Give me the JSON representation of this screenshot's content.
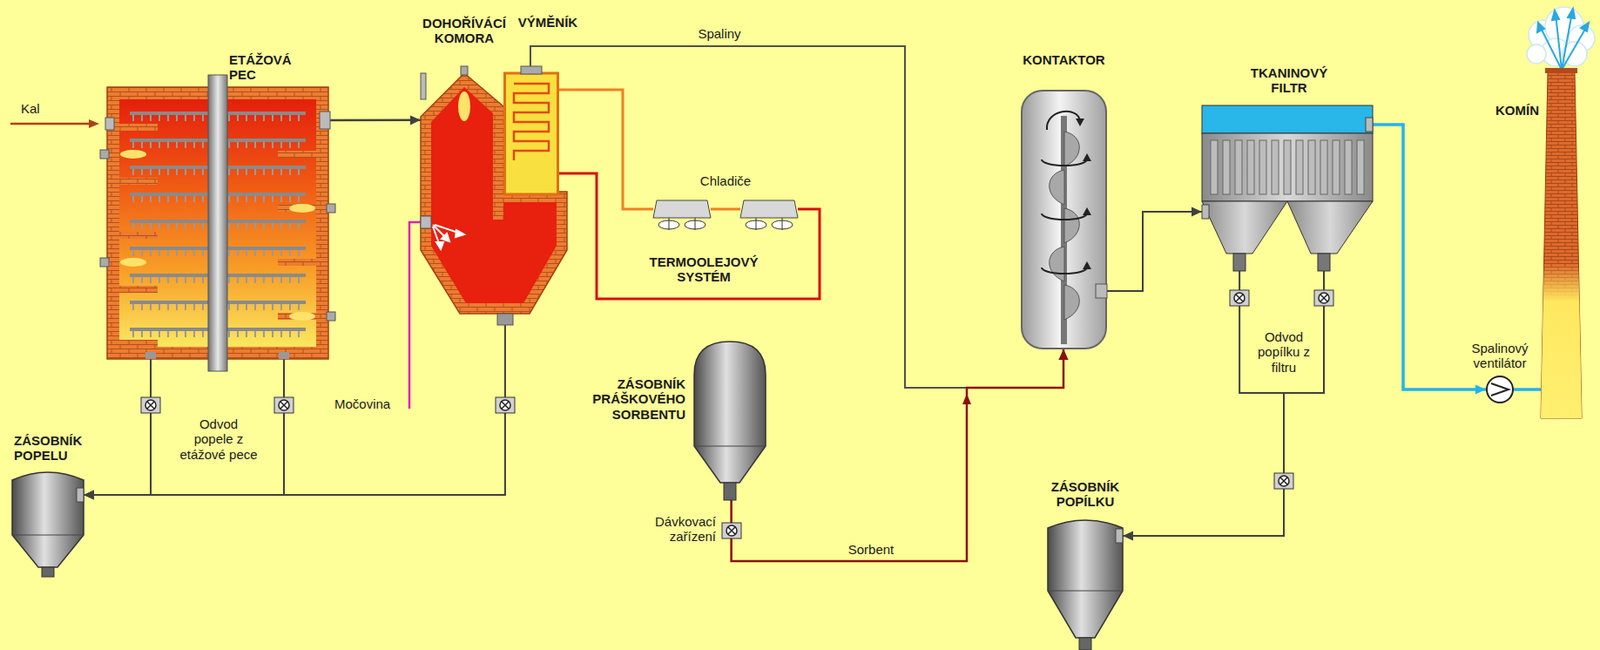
{
  "diagram": {
    "nodes": [
      {
        "text": [
          "ETÁŽOVÁ PEC"
        ]
      },
      {
        "text": [
          "DOHOŘÍVÁCÍ KOMORA"
        ]
      },
      {
        "text": [
          "VÝMĚNÍK"
        ]
      },
      {
        "text": [
          "Chladiče"
        ]
      },
      {
        "text": [
          "KONTAKTOR"
        ]
      },
      {
        "text": [
          "TKANINOVÝ FILTR"
        ]
      },
      {
        "text": [
          "Spalinový ventilátor"
        ]
      },
      {
        "text": [
          "KOMÍN"
        ]
      },
      {
        "text": [
          "ZÁSOBNÍK POPELU"
        ]
      },
      {
        "text": [
          "ZÁSOBNÍK PRÁŠKOVÉHO SORBENTU"
        ]
      },
      {
        "text": [
          "ZÁSOBNÍK POPÍLKU"
        ]
      }
    ],
    "edges": [
      {
        "from": 0,
        "to": 1,
        "arrow": "to"
      },
      {
        "from": 0,
        "to": 8,
        "arrow": "to"
      },
      {
        "from": 1,
        "to": 8,
        "arrow": "to"
      },
      {
        "from": 2,
        "to": 3,
        "arrow": "none"
      },
      {
        "from": 3,
        "to": 2,
        "arrow": "none"
      },
      {
        "from": 2,
        "to": 4,
        "label": "Spaliny",
        "arrow": "to"
      },
      {
        "from": 9,
        "to": 4,
        "label": "Sorbent",
        "arrow": "to"
      },
      {
        "from": 4,
        "to": 5,
        "arrow": "to"
      },
      {
        "from": 5,
        "to": 10,
        "arrow": "to"
      },
      {
        "from": 5,
        "to": 6,
        "arrow": "to"
      },
      {
        "from": 6,
        "to": 7,
        "arrow": "none"
      }
    ],
    "labels": [
      "Kal",
      "Močovina",
      "TERMOOLEJOVÝ SYSTÉM",
      "Odvod popele z etážové pece",
      "Dávkovací zařízení",
      "Odvod popílku z filtru"
    ]
  }
}
